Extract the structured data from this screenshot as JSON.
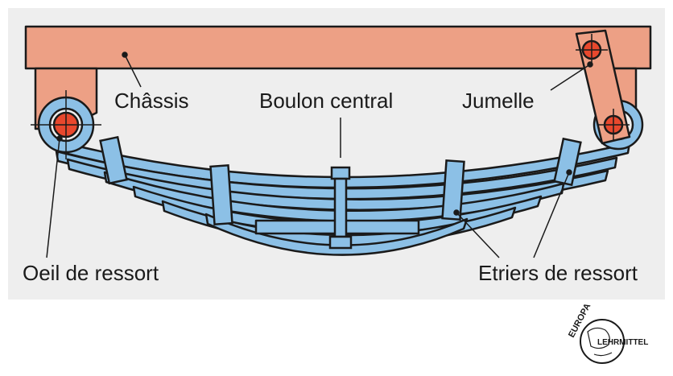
{
  "labels": {
    "chassis": "Châssis",
    "center_bolt": "Boulon central",
    "shackle": "Jumelle",
    "spring_eye": "Oeil de ressort",
    "spring_clips": "Etriers de ressort"
  },
  "logo": {
    "top_text": "EUROPA",
    "bottom_text": "LEHRMITTEL"
  },
  "colors": {
    "panel_bg": "#eeeeee",
    "chassis": "#eda085",
    "spring": "#8cc0e6",
    "pin": "#e8482d",
    "outline": "#1a1a1a"
  }
}
